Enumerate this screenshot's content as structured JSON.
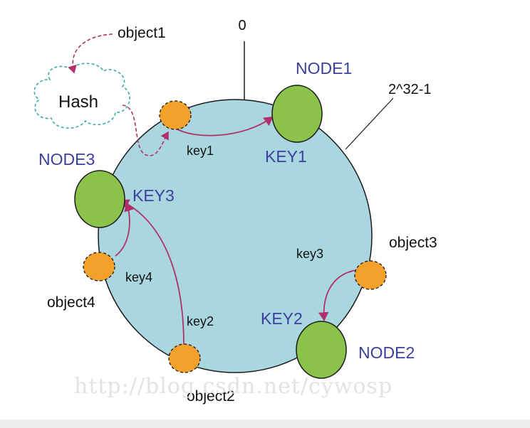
{
  "labels": {
    "zero": "0",
    "max": "2^32-1",
    "hash": "Hash"
  },
  "objects": {
    "object1": "object1",
    "object2": "object2",
    "object3": "object3",
    "object4": "object4"
  },
  "keys": {
    "key1": "key1",
    "key2": "key2",
    "key3": "key3",
    "key4": "key4"
  },
  "nodes": {
    "node1": "NODE1",
    "node2": "NODE2",
    "node3": "NODE3",
    "key1": "KEY1",
    "key2": "KEY2",
    "key3": "KEY3"
  },
  "watermark": "http://blog.csdn.net/cywosp",
  "colors": {
    "ring_fill": "#a9d6df",
    "node_fill": "#8bc34a",
    "object_fill": "#f4a12c",
    "arrow": "#b1306c",
    "hash_stroke": "#3fa9a9",
    "blue_text": "#3b3fa0"
  }
}
